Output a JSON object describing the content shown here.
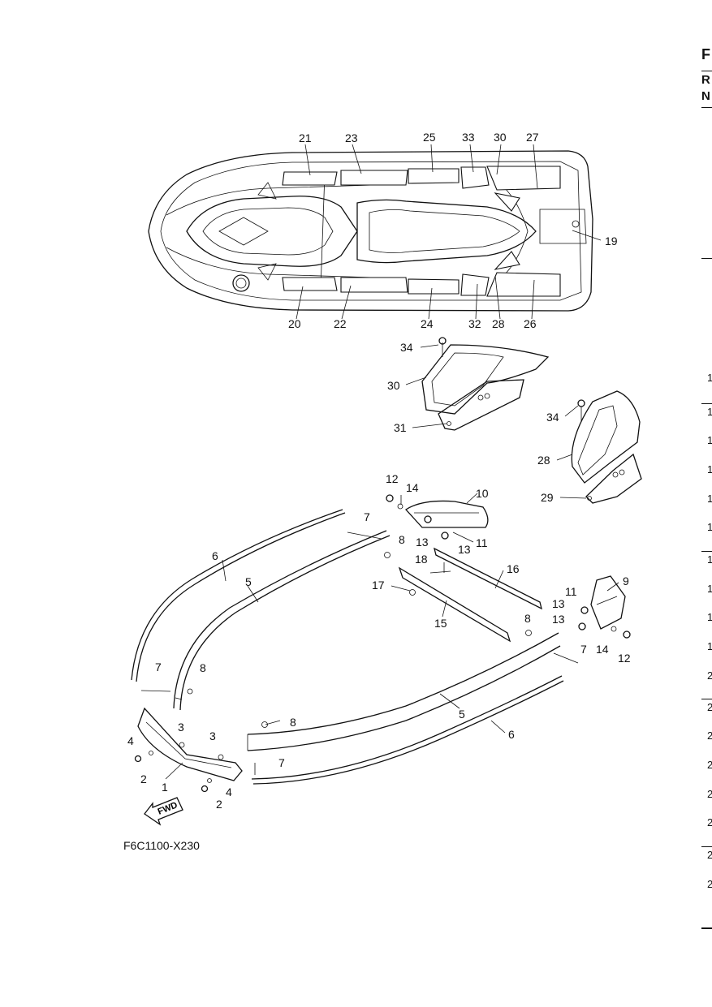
{
  "figure_code": "F6C1100-X230",
  "fwd_label": "FWD",
  "right_edge": {
    "letters": [
      "F",
      "R",
      "N"
    ],
    "numbers": [
      "1",
      "1",
      "1",
      "1",
      "1",
      "1",
      "1",
      "1",
      "1",
      "1",
      "2",
      "2",
      "2",
      "2",
      "2",
      "2",
      "2",
      "2"
    ]
  },
  "callouts": [
    "21",
    "23",
    "25",
    "33",
    "30",
    "27",
    "19",
    "20",
    "22",
    "24",
    "32",
    "28",
    "26",
    "34",
    "30",
    "31",
    "34",
    "28",
    "29",
    "12",
    "14",
    "10",
    "13",
    "11",
    "13",
    "7",
    "8",
    "6",
    "5",
    "18",
    "16",
    "17",
    "15",
    "11",
    "9",
    "13",
    "13",
    "14",
    "12",
    "8",
    "7",
    "7",
    "8",
    "5",
    "6",
    "3",
    "3",
    "4",
    "2",
    "1",
    "4",
    "2",
    "8",
    "7"
  ]
}
